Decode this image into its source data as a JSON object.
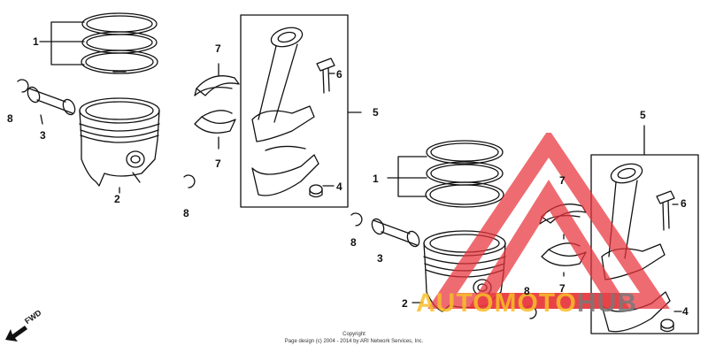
{
  "diagram": {
    "callouts": {
      "piston_rings_left": "1",
      "piston_left": "2",
      "piston_pin_left": "3",
      "cap_nut_left": "4",
      "conrod_set_left": "5",
      "rod_bolt_left": "6",
      "bearing_upper_left": "7",
      "bearing_lower_left": "7",
      "clip_left_top": "8",
      "clip_left_mid": "8",
      "piston_rings_right": "1",
      "piston_right": "2",
      "piston_pin_right": "3",
      "cap_nut_right": "4",
      "conrod_set_right": "5",
      "rod_bolt_right": "6",
      "bearing_upper_right": "7",
      "bearing_lower_right": "7",
      "clip_right_a": "8",
      "clip_right_b": "8"
    },
    "fwd_label": "FWD",
    "copyright": {
      "line1": "Copyright",
      "line2": "Page design (c) 2004 - 2014 by ARI Network Services, Inc."
    }
  },
  "watermark": {
    "part1": "AUTO",
    "part2": "MOTO",
    "part3": "HUB",
    "color_triangle": "#e8333a",
    "color_text_a": "#f7be28",
    "color_text_b": "#7a7a7a"
  }
}
